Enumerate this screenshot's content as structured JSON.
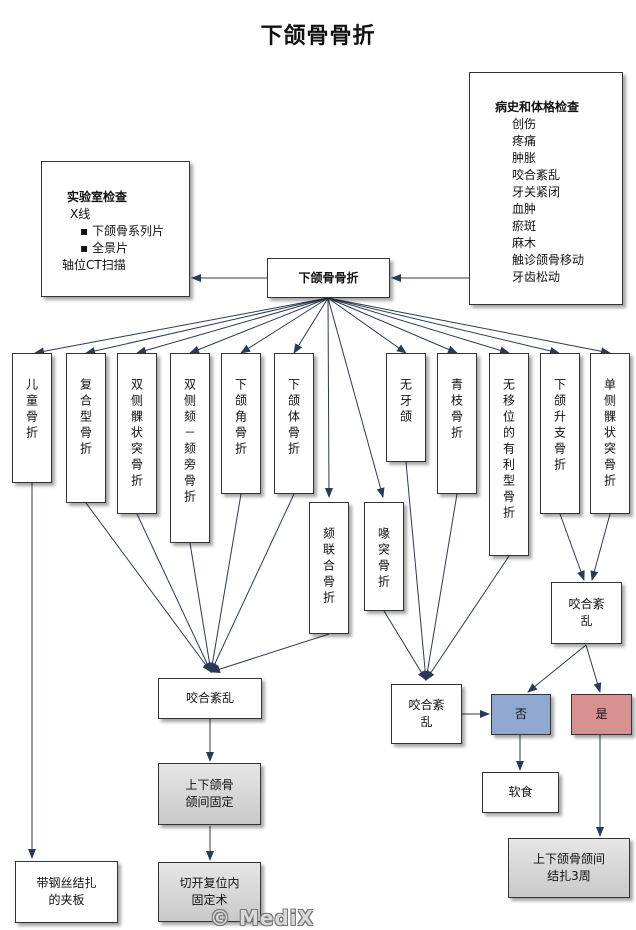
{
  "title": "下颌骨骨折",
  "center_node": "下颌骨骨折",
  "history_exam": {
    "heading": "病史和体格检查",
    "items": [
      "创伤",
      "疼痛",
      "肿胀",
      "咬合紊乱",
      "牙关紧闭",
      "血肿",
      "瘀斑",
      "麻木",
      "触诊颌骨移动",
      "牙齿松动"
    ]
  },
  "lab_exam": {
    "heading": "实验室检查",
    "xray": "X线",
    "bullets": [
      "下颌骨系列片",
      "全景片"
    ],
    "ct": "轴位CT扫描"
  },
  "fracture_types": [
    "儿童骨折",
    "复合型骨折",
    "双侧髁状突骨折",
    "双侧颏－颏旁骨折",
    "下颌角骨折",
    "下颌体骨折",
    "颏联合骨折",
    "喙突骨折",
    "无牙颌",
    "青枝骨折",
    "无移位的有利型骨折",
    "下颌升支骨折",
    "单侧髁状突骨折"
  ],
  "occlusion_nodes": {
    "left": "咬合紊乱",
    "middle": "咬合紊乱",
    "right": "咬合紊乱"
  },
  "decision": {
    "no": "否",
    "yes": "是"
  },
  "treatments": {
    "children": "带钢丝结扎的夹板",
    "ivf": "上下颌骨颌间固定",
    "orif": "切开复位内固定术",
    "soft_diet": "软食",
    "ivf_3w": "上下颌骨颌间结扎3周"
  },
  "watermark": "© MediX",
  "colors": {
    "no_box": "#8fa8cf",
    "yes_box": "#d69190",
    "line": "#2b3a55"
  }
}
